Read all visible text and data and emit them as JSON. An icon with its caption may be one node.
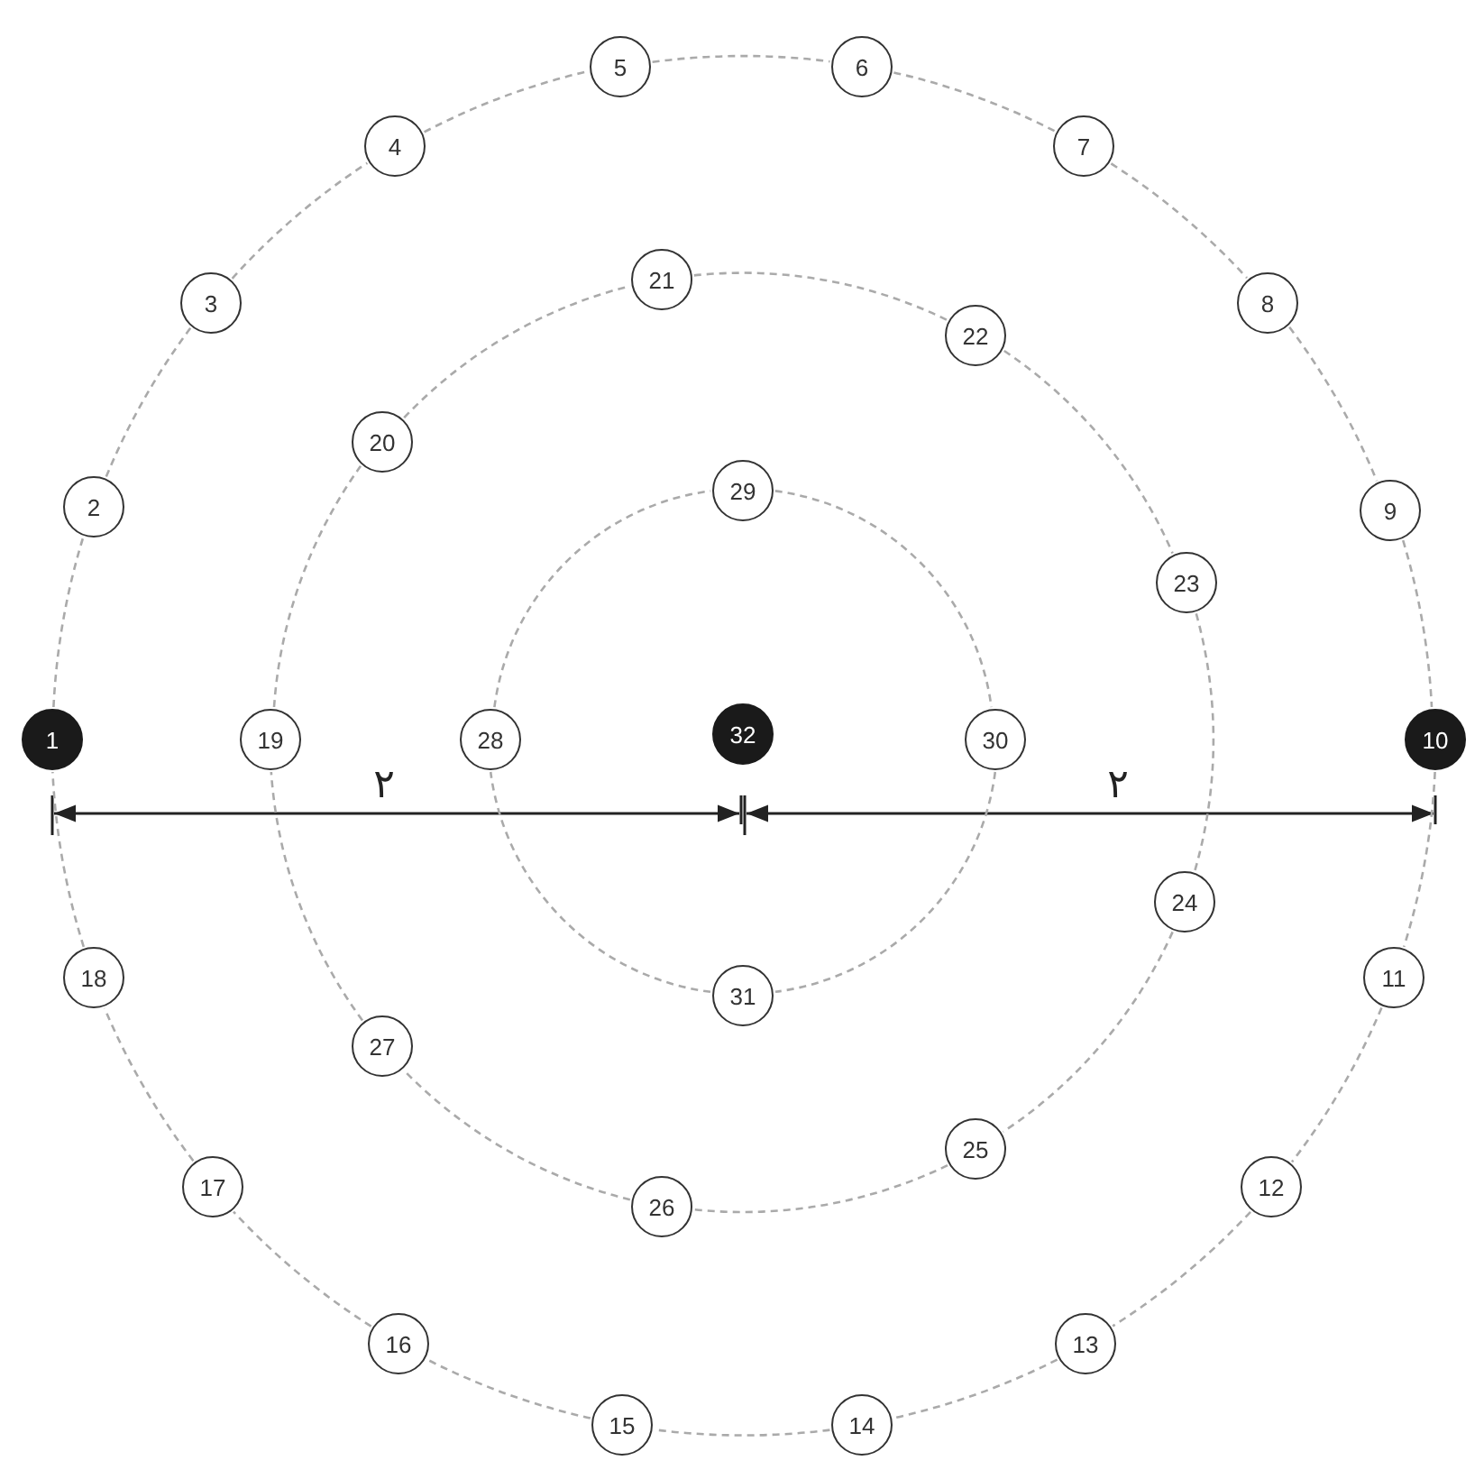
{
  "diagram": {
    "nodes": [
      {
        "text": [
          "1"
        ]
      },
      {
        "text": [
          "2"
        ]
      },
      {
        "text": [
          "3"
        ]
      },
      {
        "text": [
          "4"
        ]
      },
      {
        "text": [
          "5"
        ]
      },
      {
        "text": [
          "6"
        ]
      },
      {
        "text": [
          "7"
        ]
      },
      {
        "text": [
          "8"
        ]
      },
      {
        "text": [
          "9"
        ]
      },
      {
        "text": [
          "10"
        ]
      },
      {
        "text": [
          "11"
        ]
      },
      {
        "text": [
          "12"
        ]
      },
      {
        "text": [
          "13"
        ]
      },
      {
        "text": [
          "14"
        ]
      },
      {
        "text": [
          "15"
        ]
      },
      {
        "text": [
          "16"
        ]
      },
      {
        "text": [
          "17"
        ]
      },
      {
        "text": [
          "18"
        ]
      },
      {
        "text": [
          "19"
        ]
      },
      {
        "text": [
          "20"
        ]
      },
      {
        "text": [
          "21"
        ]
      },
      {
        "text": [
          "22"
        ]
      },
      {
        "text": [
          "23"
        ]
      },
      {
        "text": [
          "24"
        ]
      },
      {
        "text": [
          "25"
        ]
      },
      {
        "text": [
          "26"
        ]
      },
      {
        "text": [
          "27"
        ]
      },
      {
        "text": [
          "28"
        ]
      },
      {
        "text": [
          "29"
        ]
      },
      {
        "text": [
          "30"
        ]
      },
      {
        "text": [
          "31"
        ]
      },
      {
        "text": [
          "32"
        ]
      }
    ],
    "edges": [
      {
        "from": 0,
        "to": 1,
        "arrow": "none",
        "style": "dashed"
      },
      {
        "from": 1,
        "to": 2,
        "arrow": "none",
        "style": "dashed"
      },
      {
        "from": 2,
        "to": 3,
        "arrow": "none",
        "style": "dashed"
      },
      {
        "from": 3,
        "to": 4,
        "arrow": "none",
        "style": "dashed"
      },
      {
        "from": 4,
        "to": 5,
        "arrow": "none",
        "style": "dashed"
      },
      {
        "from": 5,
        "to": 6,
        "arrow": "none",
        "style": "dashed"
      },
      {
        "from": 6,
        "to": 7,
        "arrow": "none",
        "style": "dashed"
      },
      {
        "from": 7,
        "to": 8,
        "arrow": "none",
        "style": "dashed"
      },
      {
        "from": 8,
        "to": 9,
        "arrow": "none",
        "style": "dashed"
      },
      {
        "from": 9,
        "to": 10,
        "arrow": "none",
        "style": "dashed"
      },
      {
        "from": 10,
        "to": 11,
        "arrow": "none",
        "style": "dashed"
      },
      {
        "from": 11,
        "to": 12,
        "arrow": "none",
        "style": "dashed"
      },
      {
        "from": 12,
        "to": 13,
        "arrow": "none",
        "style": "dashed"
      },
      {
        "from": 13,
        "to": 14,
        "arrow": "none",
        "style": "dashed"
      },
      {
        "from": 14,
        "to": 15,
        "arrow": "none",
        "style": "dashed"
      },
      {
        "from": 15,
        "to": 16,
        "arrow": "none",
        "style": "dashed"
      },
      {
        "from": 16,
        "to": 17,
        "arrow": "none",
        "style": "dashed"
      },
      {
        "from": 17,
        "to": 0,
        "arrow": "none",
        "style": "dashed"
      },
      {
        "from": 18,
        "to": 19,
        "arrow": "none",
        "style": "dashed"
      },
      {
        "from": 19,
        "to": 20,
        "arrow": "none",
        "style": "dashed"
      },
      {
        "from": 20,
        "to": 21,
        "arrow": "none",
        "style": "dashed"
      },
      {
        "from": 21,
        "to": 22,
        "arrow": "none",
        "style": "dashed"
      },
      {
        "from": 22,
        "to": 23,
        "arrow": "none",
        "style": "dashed"
      },
      {
        "from": 23,
        "to": 24,
        "arrow": "none",
        "style": "dashed"
      },
      {
        "from": 24,
        "to": 25,
        "arrow": "none",
        "style": "dashed"
      },
      {
        "from": 25,
        "to": 26,
        "arrow": "none",
        "style": "dashed"
      },
      {
        "from": 26,
        "to": 18,
        "arrow": "none",
        "style": "dashed"
      },
      {
        "from": 27,
        "to": 28,
        "arrow": "none",
        "style": "dashed"
      },
      {
        "from": 28,
        "to": 29,
        "arrow": "none",
        "style": "dashed"
      },
      {
        "from": 29,
        "to": 30,
        "arrow": "none",
        "style": "dashed"
      },
      {
        "from": 30,
        "to": 27,
        "arrow": "none",
        "style": "dashed"
      }
    ],
    "labels": [
      "۲",
      "۲"
    ]
  }
}
